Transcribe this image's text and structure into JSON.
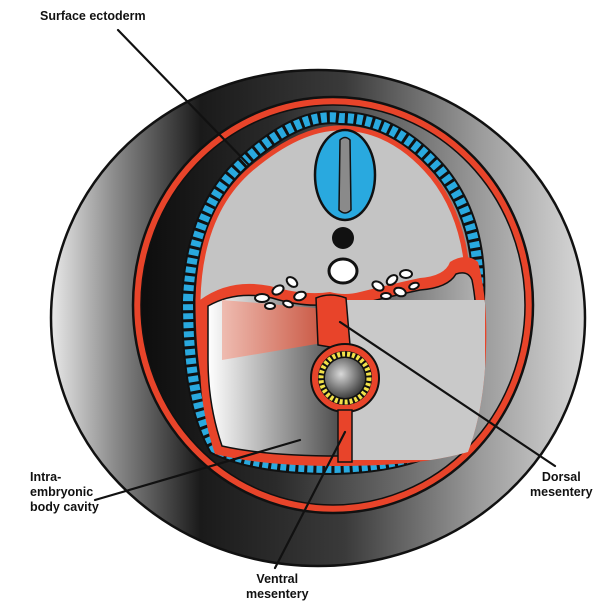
{
  "labels": {
    "surface_ectoderm": "Surface ectoderm",
    "intra_line1": "Intra-",
    "intra_line2": "embryonic",
    "intra_line3": "body cavity",
    "dorsal_line1": "Dorsal",
    "dorsal_line2": "mesentery",
    "ventral_line1": "Ventral",
    "ventral_line2": "mesentery"
  },
  "colors": {
    "mesoderm_red": "#e8442a",
    "ectoderm_blue": "#29a9df",
    "endoderm_yellow": "#f2e14a",
    "cavity_grey": "#c9c9c9",
    "outline": "#111111"
  }
}
